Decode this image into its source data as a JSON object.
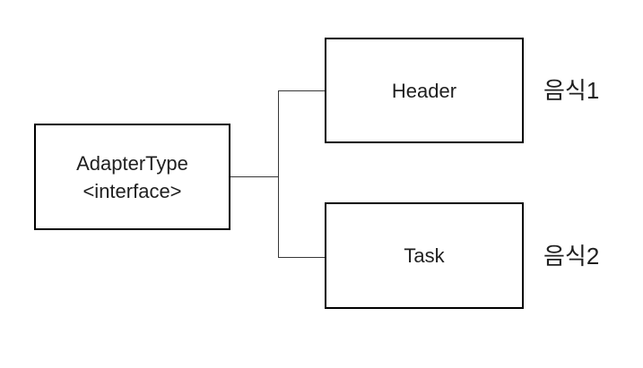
{
  "diagram": {
    "adapter_box": {
      "line1": "AdapterType",
      "line2": "<interface>"
    },
    "header_box": {
      "label": "Header"
    },
    "task_box": {
      "label": "Task"
    },
    "annotations": {
      "header_note": "음식1",
      "task_note": "음식2"
    },
    "colors": {
      "background": "#ffffff",
      "box_border": "#000000",
      "connector": "#363636",
      "text": "#1f1f1f"
    }
  }
}
